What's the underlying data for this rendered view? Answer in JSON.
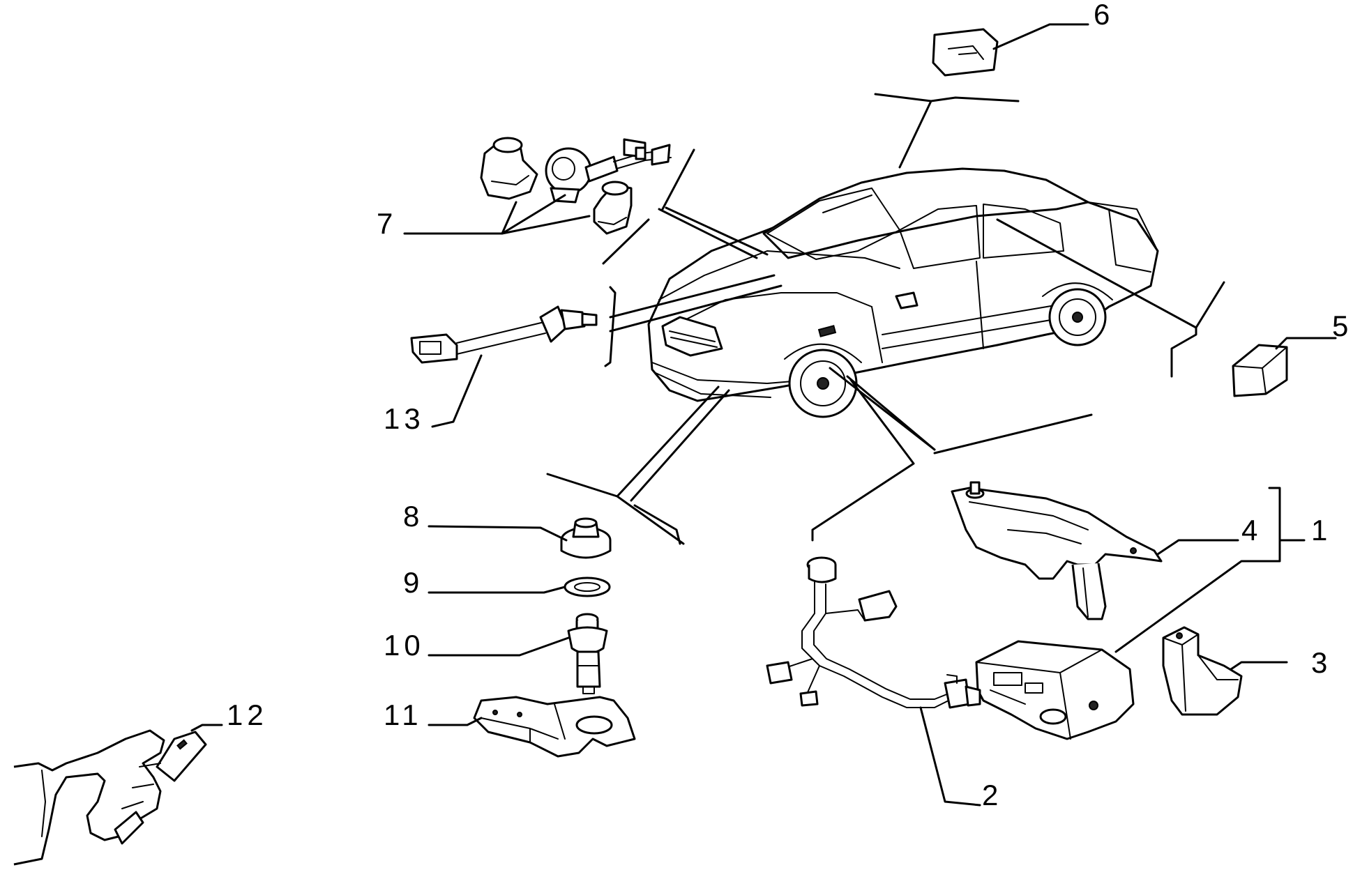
{
  "callouts": [
    {
      "id": "1",
      "text": "1"
    },
    {
      "id": "2",
      "text": "2"
    },
    {
      "id": "3",
      "text": "3"
    },
    {
      "id": "4",
      "text": "4"
    },
    {
      "id": "5",
      "text": "5"
    },
    {
      "id": "6",
      "text": "6"
    },
    {
      "id": "7",
      "text": "7"
    },
    {
      "id": "8",
      "text": "8"
    },
    {
      "id": "9",
      "text": "9"
    },
    {
      "id": "10",
      "text": "10"
    },
    {
      "id": "11",
      "text": "11"
    },
    {
      "id": "12",
      "text": "12"
    },
    {
      "id": "13",
      "text": "13"
    }
  ],
  "colors": {
    "ink": "#000000",
    "paper": "#ffffff"
  }
}
